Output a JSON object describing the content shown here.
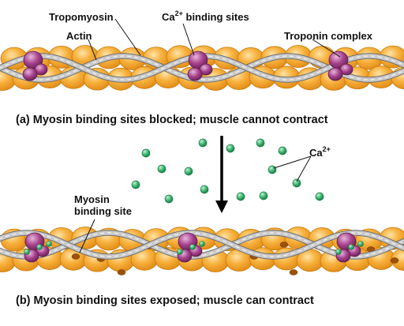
{
  "labels": {
    "tropomyosin": "Tropomyosin",
    "actin": "Actin",
    "ca_binding": "Ca",
    "ca_binding_sup": "2+",
    "ca_binding_rest": " binding sites",
    "troponin": "Troponin complex",
    "ca_ion": "Ca",
    "ca_ion_sup": "2+",
    "myosin_site_line1": "Myosin",
    "myosin_site_line2": "binding site"
  },
  "captions": {
    "a": "(a) Myosin binding sites blocked; muscle cannot contract",
    "b": "(b) Myosin binding sites exposed; muscle can contract"
  },
  "colors": {
    "actin_fill": "#f6a531",
    "actin_stroke": "#c8780c",
    "actin_highlight": "#fcd489",
    "binding_site": "#9c5206",
    "tropomyosin": "#c9c9c9",
    "tropomyosin_stroke": "#6e6e6e",
    "troponin_fill": "#a8428e",
    "troponin_stroke": "#5e1d4e",
    "calcium_fill": "#3fb873",
    "calcium_stroke": "#1c7a45",
    "arrow": "#000000"
  }
}
